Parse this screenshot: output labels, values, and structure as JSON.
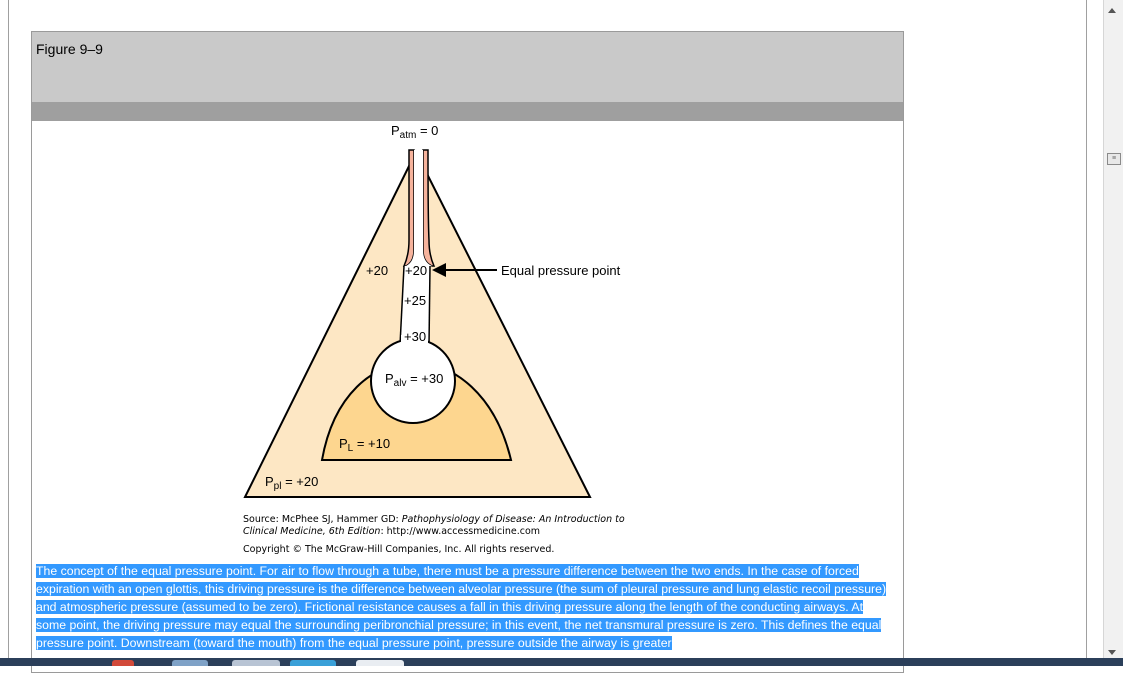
{
  "figure": {
    "title": "Figure 9–9"
  },
  "diagram": {
    "labels": {
      "patm_main": "P",
      "patm_sub": "atm",
      "patm_val": " = 0",
      "left_plus20": "+20",
      "airway_plus20": "+20",
      "airway_plus25": "+25",
      "airway_plus30": "+30",
      "equal_point": "Equal pressure point",
      "palv_main": "P",
      "palv_sub": "alv",
      "palv_val": " = +30",
      "pl_main": "P",
      "pl_sub": "L",
      "pl_val": " = +10",
      "ppl_main": "P",
      "ppl_sub": "pl",
      "ppl_val": " = +20"
    },
    "colors": {
      "outer_triangle": "#fde7c4",
      "lung_dome": "#fdd68f",
      "airway_wall": "#f6b39c",
      "alveolus": "#ffffff"
    },
    "source_line1_prefix": "Source: McPhee SJ, Hammer GD: ",
    "source_line1_title": "Pathophysiology of Disease: An Introduction to",
    "source_line2_title": "Clinical Medicine, 6th Edition",
    "source_line2_url": ": http://www.accessmedicine.com",
    "copyright": "Copyright © The McGraw-Hill Companies, Inc. All rights reserved."
  },
  "caption": {
    "text": "The concept of the equal pressure point. For air to flow through a tube, there must be a pressure difference between the two ends. In the case of forced expiration with an open glottis, this driving pressure is the difference between alveolar pressure (the sum of pleural pressure and lung elastic recoil pressure) and atmospheric pressure (assumed to be zero). Frictional resistance causes a fall in this driving pressure along the length of the conducting airways. At some point, the driving pressure may equal the surrounding peribronchial pressure; in this event, the net transmural pressure is zero. This defines the equal pressure point. Downstream (toward the mouth) from the equal pressure point, pressure outside the airway is greater"
  }
}
